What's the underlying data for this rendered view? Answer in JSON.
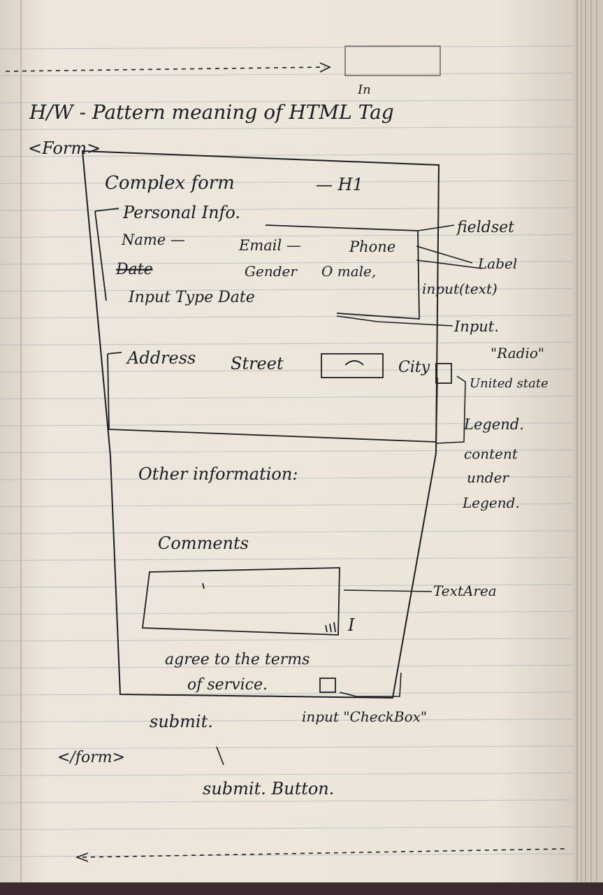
{
  "page": {
    "heading": "H/W - Pattern meaning of HTML Tag",
    "heading_insert": "In",
    "form_open": "<Form>",
    "form_close": "</form>"
  },
  "sketch": {
    "title": "Complex form",
    "title_note": "— H1",
    "personal_legend": "Personal Info.",
    "name_label": "Name —",
    "email_label": "Email —",
    "phone_label": "Phone",
    "gender_label": "Gender",
    "gender_option": "O male,",
    "date_label": "Date",
    "date_input": "Input Type Date",
    "address_legend": "Address",
    "street_label": "Street",
    "city_label": "City",
    "other_info": "Other information:",
    "comments": "Comments",
    "terms_line1": "agree to the terms",
    "terms_line2": "of service.",
    "submit": "submit.",
    "textarea_cursor": "I"
  },
  "annotations": {
    "fieldset": "fieldset",
    "label": "Label",
    "input_text": "input(text)",
    "input_radio_1": "Input.",
    "input_radio_2": "\"Radio\"",
    "united_state": "United state",
    "legend": "Legend.",
    "content_under_1": "content",
    "content_under_2": "under",
    "content_under_3": "Legend.",
    "textarea": "TextArea",
    "checkbox": "input \"CheckBox\"",
    "submit_button": "submit. Button."
  },
  "colors": {
    "paper": "#ece6dc",
    "paper_shade": "#ded7cb",
    "rule_line": "#9aa6b8",
    "margin_line": "#c9a3a9",
    "ink": "#1c1c24",
    "edge": "#3b2a2e"
  }
}
